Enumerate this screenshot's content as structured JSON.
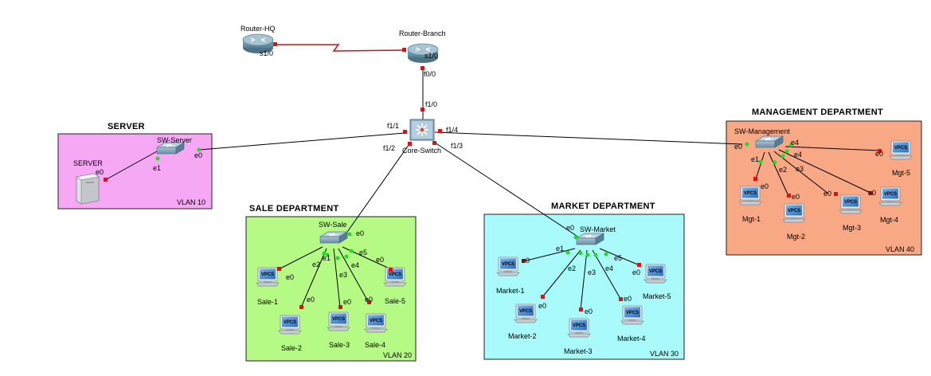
{
  "diagram": {
    "zones": [
      {
        "id": "server",
        "title": "SERVER",
        "vlan": "VLAN 10",
        "color": "#f7a8f5"
      },
      {
        "id": "sale",
        "title": "SALE DEPARTMENT",
        "vlan": "VLAN 20",
        "color": "#b6fa86"
      },
      {
        "id": "market",
        "title": "MARKET DEPARTMENT",
        "vlan": "VLAN 30",
        "color": "#a9fbfb"
      },
      {
        "id": "mgmt",
        "title": "MANAGEMENT DEPARTMENT",
        "vlan": "VLAN 40",
        "color": "#f9a886"
      }
    ],
    "devices": {
      "router_hq": "Router-HQ",
      "router_branch": "Router-Branch",
      "core_switch": "Core-Switch",
      "sw_server": "SW-Server",
      "server": "SERVER",
      "sw_sale": "SW-Sale",
      "sw_market": "SW-Market",
      "sw_mgmt": "SW-Management",
      "sale_pcs": [
        "Sale-1",
        "Sale-2",
        "Sale-3",
        "Sale-4",
        "Sale-5"
      ],
      "market_pcs": [
        "Market-1",
        "Market-2",
        "Market-3",
        "Market-4",
        "Market-5"
      ],
      "mgmt_pcs": [
        "Mgt-1",
        "Mgt-2",
        "Mgt-3",
        "Mgt-4",
        "Mgt-5"
      ],
      "vpcs_label": "VPCS"
    },
    "ports": {
      "s1_0": "s1/0",
      "f0_0": "f0/0",
      "f1_0": "f1/0",
      "f1_1": "f1/1",
      "f1_2": "f1/2",
      "f1_3": "f1/3",
      "f1_4": "f1/4",
      "e0": "e0",
      "e1": "e1",
      "e2": "e2",
      "e3": "e3",
      "e4": "e4",
      "e5": "e5"
    },
    "colors": {
      "link": "#000000",
      "serial": "#c0161a",
      "port_down": "#e01010",
      "port_up": "#22dd22"
    }
  }
}
